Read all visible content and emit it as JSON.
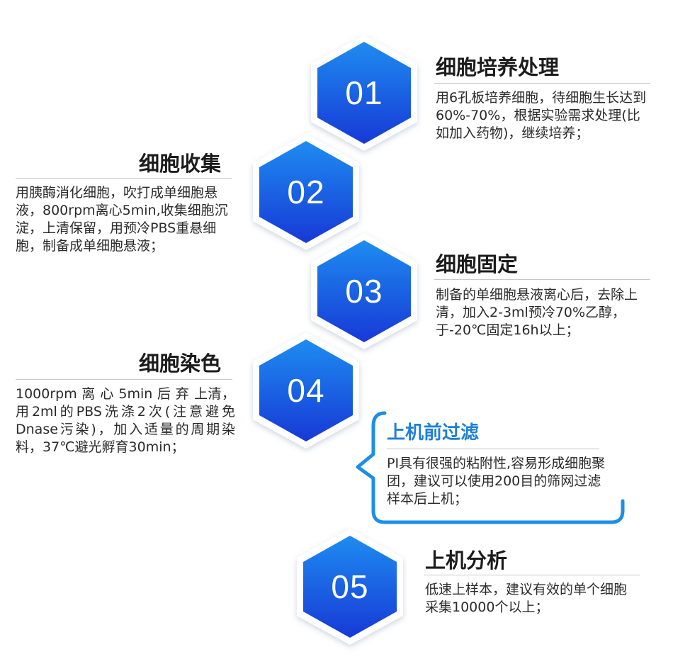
{
  "colors": {
    "hex_top": "#1e8cf0",
    "hex_bottom": "#1739d6",
    "accent": "#1e8ee6"
  },
  "steps": [
    {
      "num": "01",
      "title": "细胞培养处理",
      "desc": "用6孔板培养细胞，待细胞生长达到60%-70%，根据实验需求处理(比如加入药物)，继续培养；"
    },
    {
      "num": "02",
      "title": "细胞收集",
      "desc": "用胰酶消化细胞，吹打成单细胞悬液，800rpm离心5min,收集细胞沉淀，上清保留，用预冷PBS重悬细胞，制备成单细胞悬液；"
    },
    {
      "num": "03",
      "title": "细胞固定",
      "desc": "制备的单细胞悬液离心后，去除上清，加入2-3ml预冷70%乙醇，于-20℃固定16h以上；"
    },
    {
      "num": "04",
      "title": "细胞染色",
      "desc": "1000rpm 离 心 5min 后 弃 上清，用2ml的PBS洗涤2次(注意避免Dnase污染)，加入适量的周期染料，37℃避光孵育30min；"
    },
    {
      "num": "05",
      "title": "上机分析",
      "desc": "低速上样本，建议有效的单个细胞采集10000个以上；"
    }
  ],
  "callout": {
    "title": "上机前过滤",
    "desc": "PI具有很强的粘附性,容易形成细胞聚团，建议可以使用200目的筛网过滤样本后上机；"
  }
}
